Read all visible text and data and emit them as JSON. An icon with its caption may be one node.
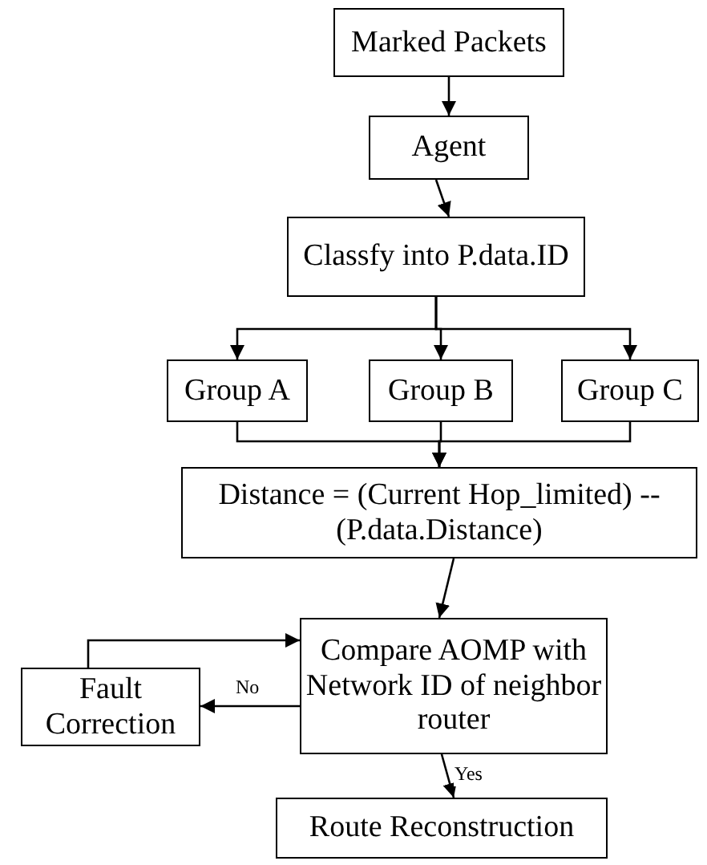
{
  "diagram": {
    "nodes": [
      {
        "text": [
          "Marked Packets"
        ]
      },
      {
        "text": [
          "Agent"
        ]
      },
      {
        "text": [
          "Classfy into P.data.ID"
        ]
      },
      {
        "text": [
          "Group A"
        ]
      },
      {
        "text": [
          "Group B"
        ]
      },
      {
        "text": [
          "Group C"
        ]
      },
      {
        "text": [
          "Distance = (Current Hop_limited) -- (P.data.Distance)"
        ]
      },
      {
        "text": [
          "Compare AOMP with Network ID of neighbor router"
        ]
      },
      {
        "text": [
          "Fault Correction"
        ]
      },
      {
        "text": [
          "Route Reconstruction"
        ]
      }
    ],
    "edges": [
      {
        "from": 0,
        "to": 1,
        "arrow": "to"
      },
      {
        "from": 1,
        "to": 2,
        "arrow": "to"
      },
      {
        "from": 2,
        "to": 3,
        "arrow": "to"
      },
      {
        "from": 2,
        "to": 4,
        "arrow": "to"
      },
      {
        "from": 2,
        "to": 5,
        "arrow": "to"
      },
      {
        "from": 3,
        "to": 6,
        "arrow": "to"
      },
      {
        "from": 4,
        "to": 6,
        "arrow": "to"
      },
      {
        "from": 5,
        "to": 6,
        "arrow": "to"
      },
      {
        "from": 6,
        "to": 7,
        "arrow": "to"
      },
      {
        "from": 7,
        "to": 8,
        "label": "No",
        "arrow": "to"
      },
      {
        "from": 8,
        "to": 7,
        "arrow": "to"
      },
      {
        "from": 7,
        "to": 9,
        "label": "Yes",
        "arrow": "to"
      }
    ]
  }
}
